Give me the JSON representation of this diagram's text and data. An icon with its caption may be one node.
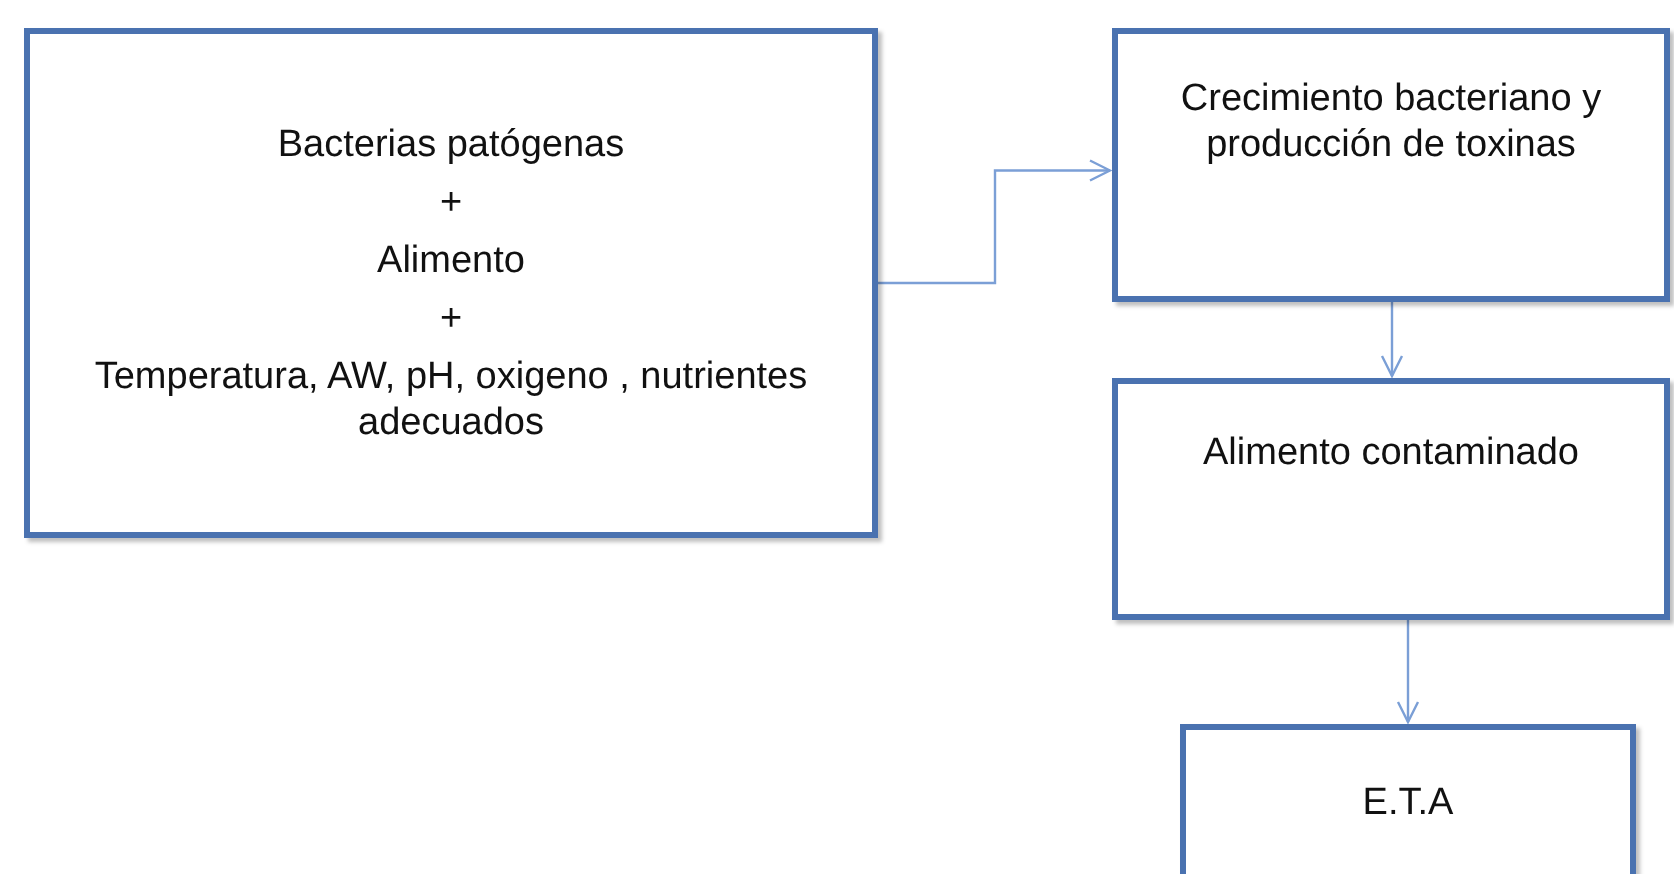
{
  "diagram": {
    "nodes": [
      {
        "text": [
          "Bacterias patógenas",
          "+",
          "Alimento",
          "+",
          "Temperatura,  AW, pH, oxigeno , nutrientes adecuados"
        ]
      },
      {
        "text": [
          "Crecimiento bacteriano y producción de toxinas"
        ]
      },
      {
        "text": [
          "Alimento contaminado"
        ]
      },
      {
        "text": [
          "E.T.A"
        ]
      }
    ],
    "edges": [
      {
        "from": 0,
        "to": 1,
        "arrow": "to"
      },
      {
        "from": 1,
        "to": 2,
        "arrow": "to"
      },
      {
        "from": 2,
        "to": 3,
        "arrow": "to"
      }
    ]
  }
}
